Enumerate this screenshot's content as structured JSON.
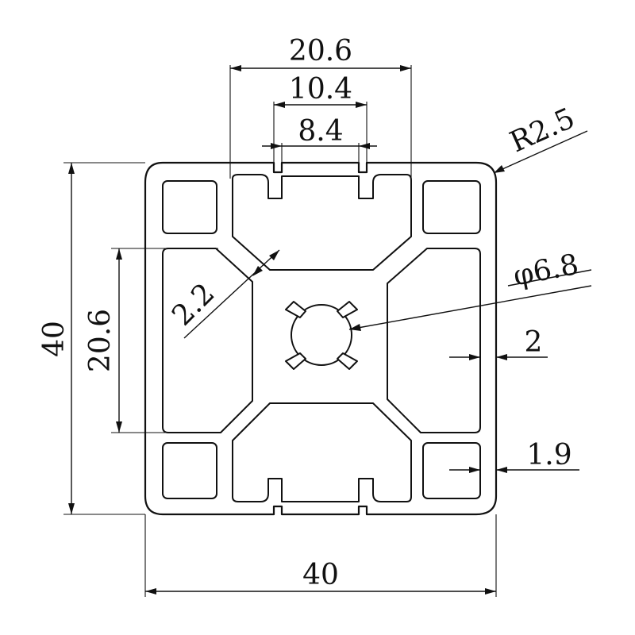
{
  "drawing": {
    "dimensions": {
      "slot_outer_width": "20.6",
      "slot_mid_width": "10.4",
      "slot_opening": "8.4",
      "corner_radius": "R2.5",
      "center_bore": "φ6.8",
      "wall_thickness": "2",
      "pocket_wall": "1.9",
      "web_thickness": "2.2",
      "cavity_height": "20.6",
      "profile_height": "40",
      "profile_width": "40"
    }
  }
}
